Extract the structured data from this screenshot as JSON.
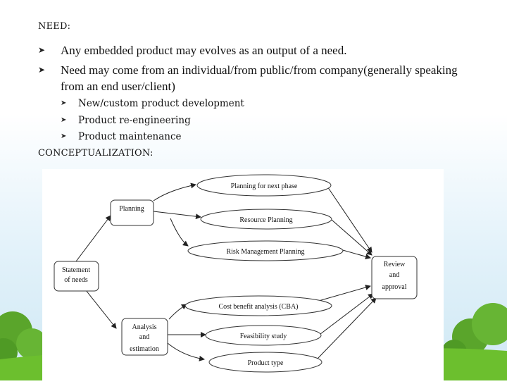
{
  "heading_need": "NEED:",
  "bullets": [
    "Any embedded product may evolves as an output of a need.",
    "Need may come from an individual/from public/from company(generally speaking from an end user/client)"
  ],
  "sub_bullets": [
    "New/custom product development",
    "Product re-engineering",
    "Product maintenance"
  ],
  "heading_concept": "CONCEPTUALIZATION:",
  "diagram": {
    "statement": [
      "Statement",
      "of needs"
    ],
    "planning": "Planning",
    "analysis": [
      "Analysis",
      "and",
      "estimation"
    ],
    "review": [
      "Review",
      "and",
      "approval"
    ],
    "ellipses": [
      "Planning  for  next  phase",
      "Resource  Planning",
      "Risk Management  Planning",
      "Cost  benefit  analysis  (CBA)",
      "Feasibility  study",
      "Product  type"
    ]
  },
  "colors": {
    "sky_top": "#d7edf7",
    "sky_bottom": "#f6fbfd",
    "grass": "#6cbf2e",
    "tree": "#5aa52b"
  }
}
